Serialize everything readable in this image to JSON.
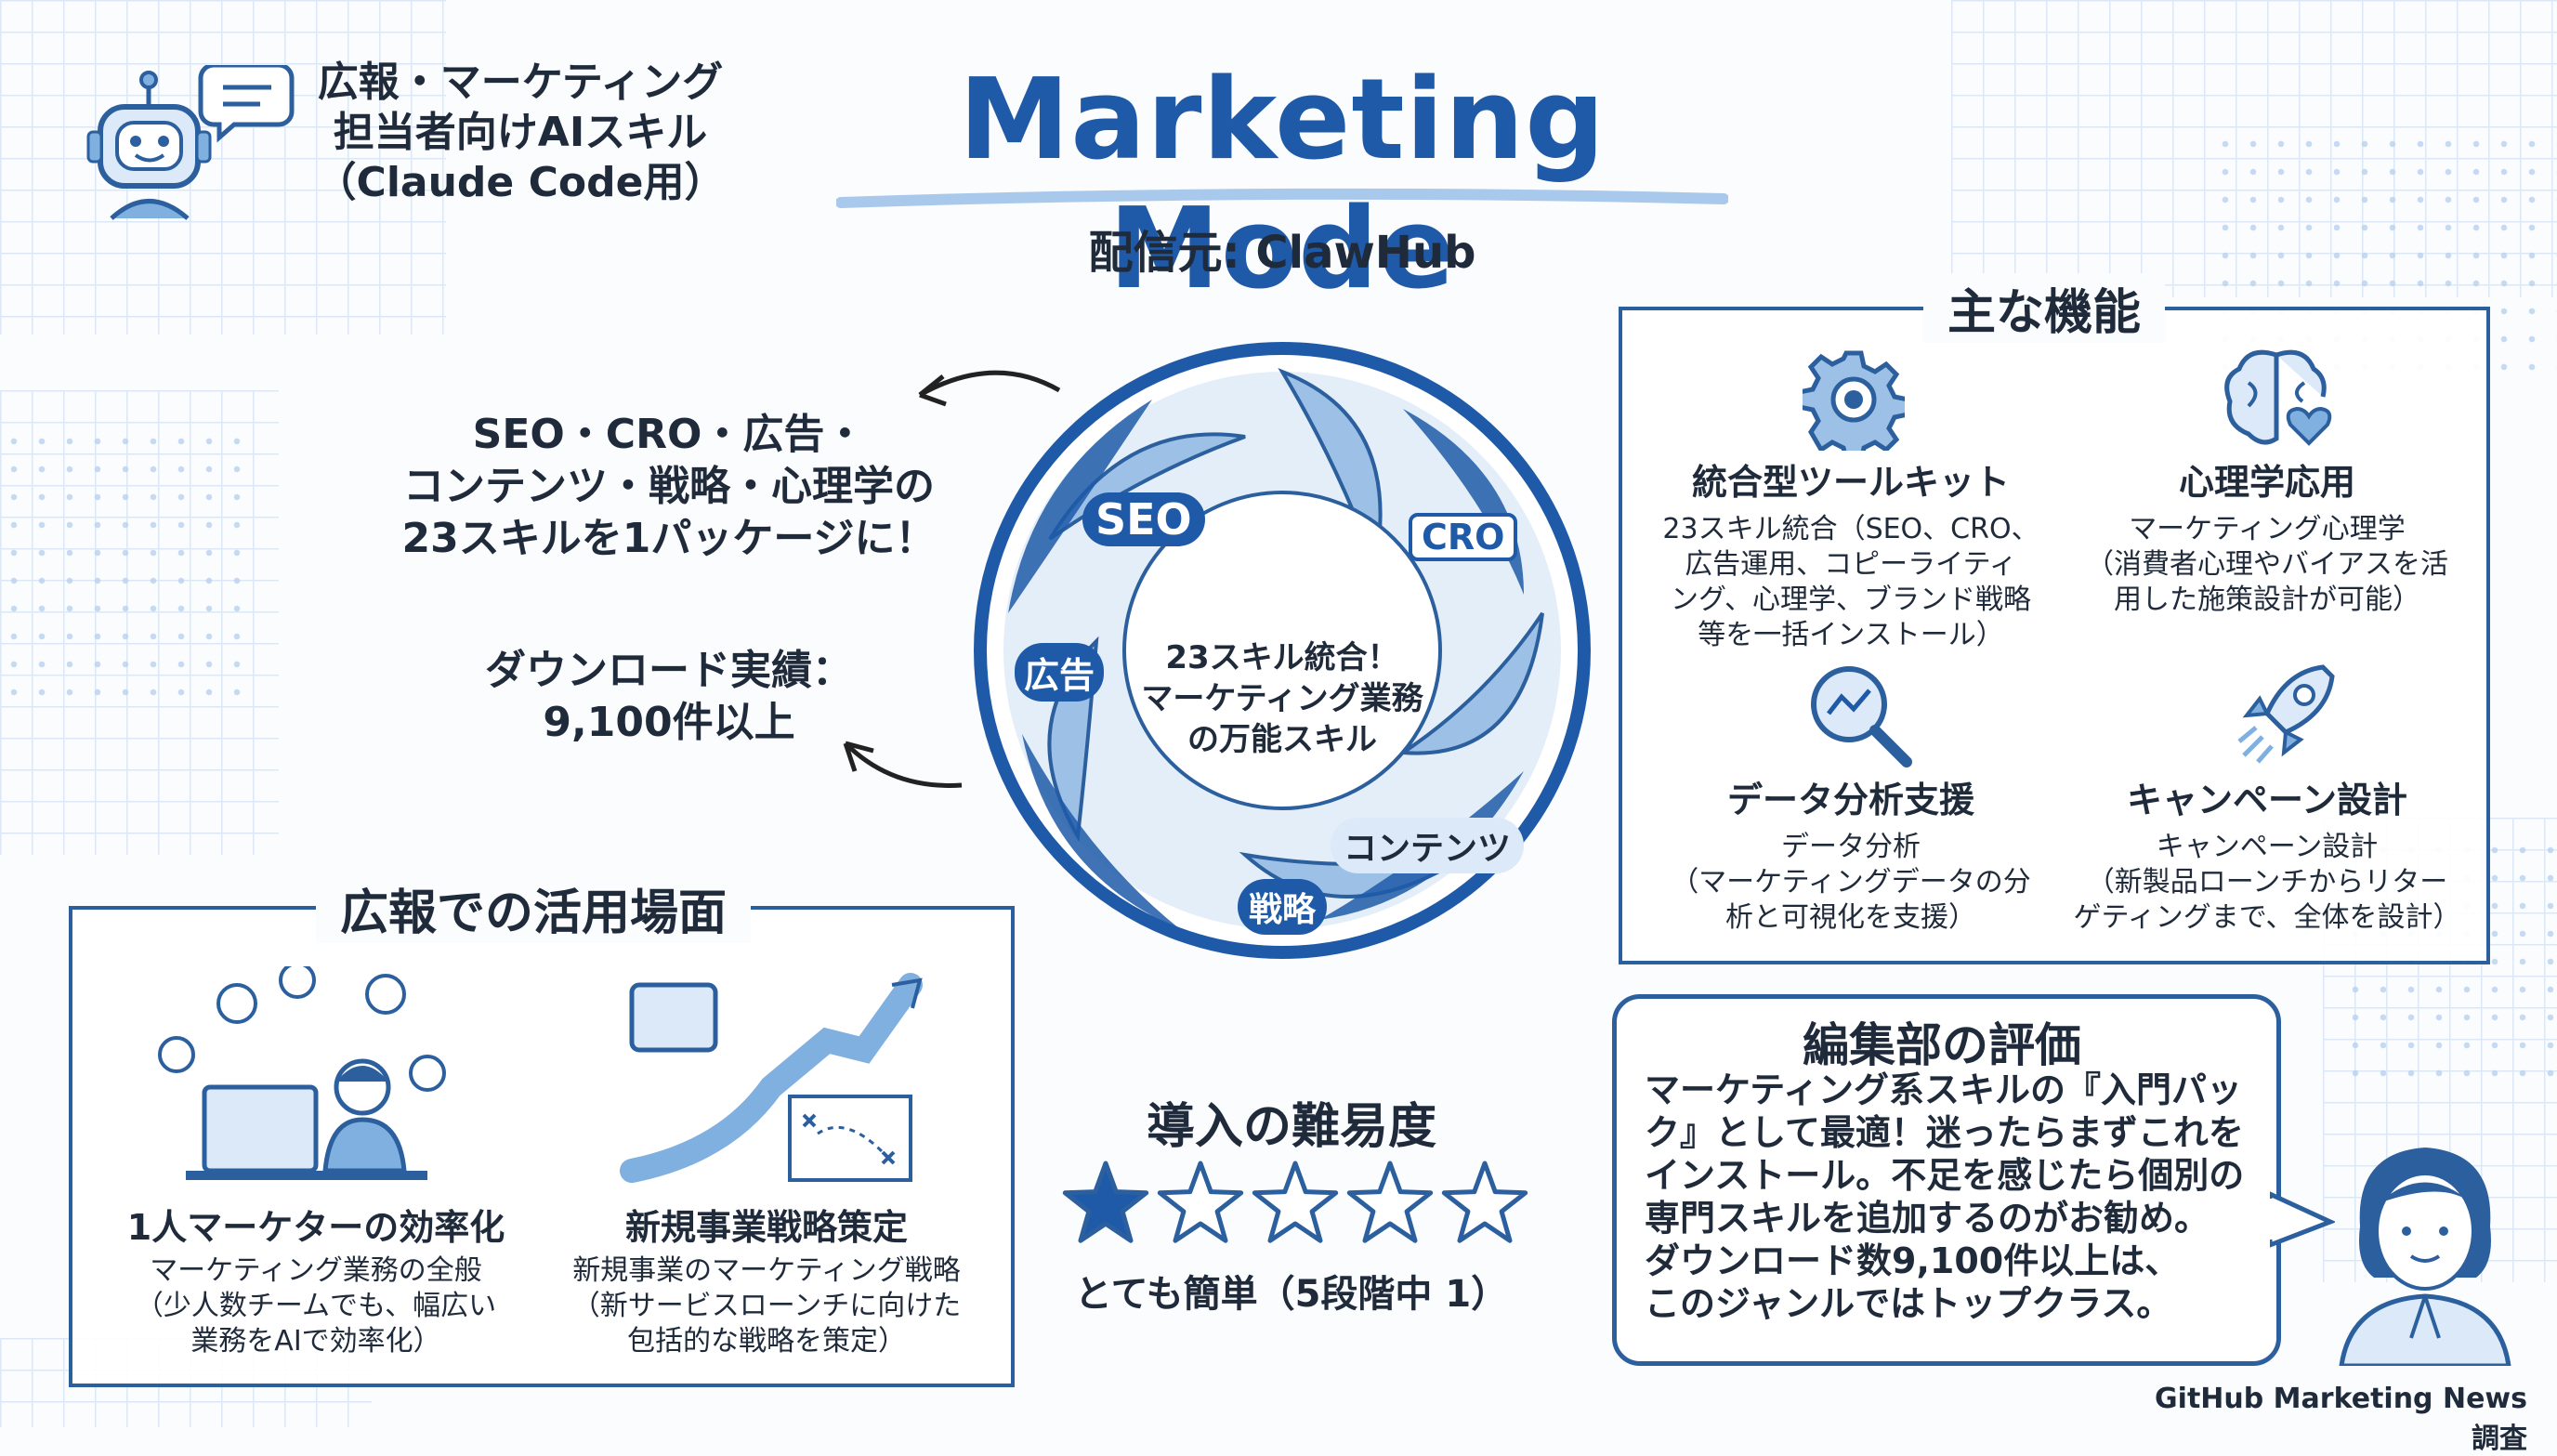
{
  "header": {
    "title": "Marketing Mode",
    "distributor": "配信元: ClawHub",
    "subtitle_lines": [
      "広報・マーケティング",
      "担当者向けAIスキル",
      "（Claude Code用）"
    ]
  },
  "summary": {
    "skills_lines": [
      "SEO・CRO・広告・",
      "コンテンツ・戦略・心理学の",
      "23スキルを1パッケージに！"
    ],
    "downloads_lines": [
      "ダウンロード実績：",
      "9,100件以上"
    ]
  },
  "wheel": {
    "center_lines": [
      "23スキル統合！",
      "マーケティング業務",
      "の万能スキル"
    ],
    "segments": [
      "SEO",
      "CRO",
      "広告",
      "コンテンツ",
      "戦略"
    ]
  },
  "features": {
    "title": "主な機能",
    "items": [
      {
        "icon": "gear-icon",
        "title": "統合型ツールキット",
        "body": [
          "23スキル統合（SEO、CRO、",
          "広告運用、コピーライティ",
          "ング、心理学、ブランド戦略",
          "等を一括インストール）"
        ]
      },
      {
        "icon": "brain-icon",
        "title": "心理学応用",
        "body": [
          "マーケティング心理学",
          "（消費者心理やバイアスを活",
          "用した施策設計が可能）"
        ]
      },
      {
        "icon": "magnifier-chart-icon",
        "title": "データ分析支援",
        "body": [
          "データ分析",
          "（マーケティングデータの分",
          "析と可視化を支援）"
        ]
      },
      {
        "icon": "rocket-icon",
        "title": "キャンペーン設計",
        "body": [
          "キャンペーン設計",
          "（新製品ローンチからリター",
          "ゲティングまで、全体を設計）"
        ]
      }
    ]
  },
  "usage": {
    "title": "広報での活用場面",
    "items": [
      {
        "title": "1人マーケターの効率化",
        "body": [
          "マーケティング業務の全般",
          "（少人数チームでも、幅広い",
          "業務をAIで効率化）"
        ]
      },
      {
        "title": "新規事業戦略策定",
        "body": [
          "新規事業のマーケティング戦略",
          "（新サービスローンチに向けた",
          "包括的な戦略を策定）"
        ]
      }
    ]
  },
  "difficulty": {
    "title": "導入の難易度",
    "rating": 1,
    "max": 5,
    "caption": "とても簡単（5段階中 1）"
  },
  "review": {
    "title": "編集部の評価",
    "lines": [
      "マーケティング系スキルの『入門パッ",
      "ク』として最適！迷ったらまずこれを",
      "インストール。不足を感じたら個別の",
      "専門スキルを追加するのがお勧め。",
      "ダウンロード数9,100件以上は、",
      "このジャンルではトップクラス。"
    ]
  },
  "footer": {
    "credit": "GitHub Marketing News 調査"
  },
  "colors": {
    "navy": "#1f5aa8",
    "light_blue": "#a9c9ec",
    "border": "#2c5f9e"
  }
}
